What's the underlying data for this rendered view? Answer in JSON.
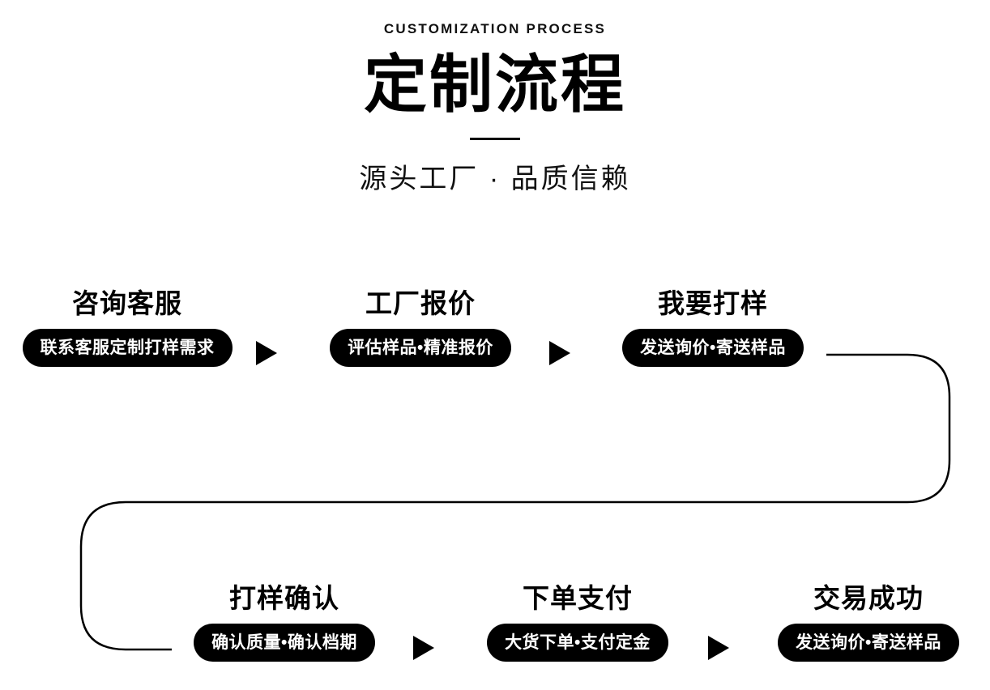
{
  "header": {
    "eyebrow": "CUSTOMIZATION PROCESS",
    "title": "定制流程",
    "subtitle": "源头工厂 · 品质信赖"
  },
  "flow": {
    "steps": [
      {
        "title": "咨询客服",
        "pill": "联系客服定制打样需求"
      },
      {
        "title": "工厂报价",
        "pill": "评估样品•精准报价"
      },
      {
        "title": "我要打样",
        "pill": "发送询价•寄送样品"
      },
      {
        "title": "打样确认",
        "pill": "确认质量•确认档期"
      },
      {
        "title": "下单支付",
        "pill": "大货下单•支付定金"
      },
      {
        "title": "交易成功",
        "pill": "发送询价•寄送样品"
      }
    ],
    "connector_icons": [
      "arrow-right-icon",
      "arrow-right-icon",
      "arrow-right-icon",
      "arrow-right-icon",
      "u-turn-connector-icon"
    ]
  },
  "colors": {
    "background": "#ffffff",
    "foreground": "#000000",
    "pill_background": "#000000",
    "pill_text": "#ffffff"
  }
}
